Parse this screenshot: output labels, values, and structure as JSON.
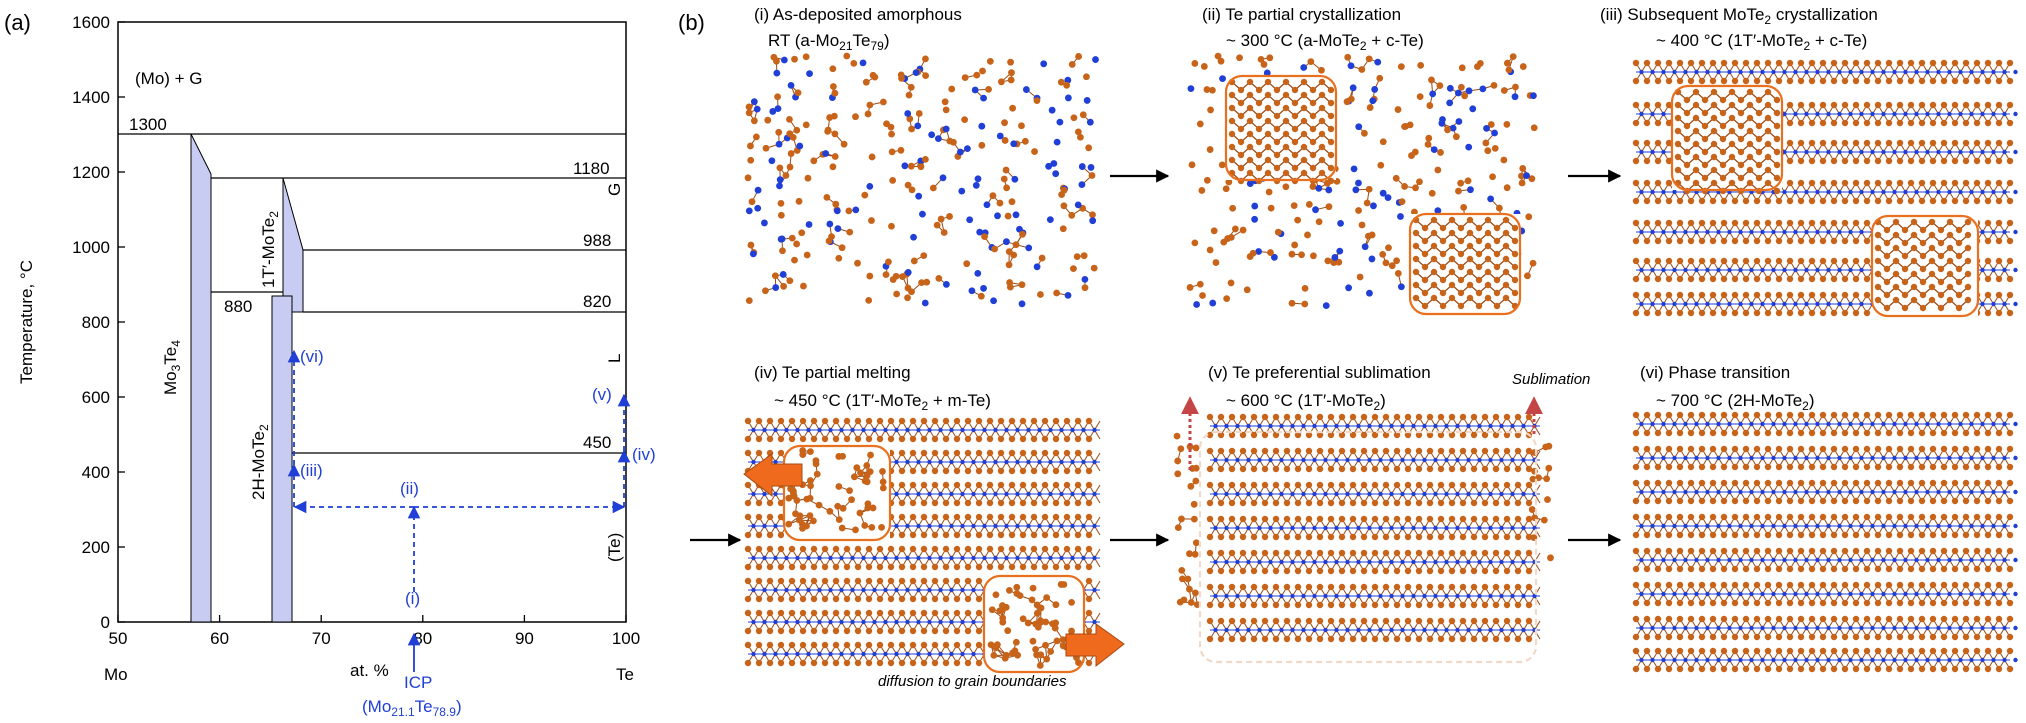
{
  "panel_a": {
    "label": "(a)",
    "y_axis_label": "Temperature, °C",
    "x_axis_label": "at. %",
    "x_left_element": "Mo",
    "x_right_element": "Te",
    "x_ticks": [
      50,
      60,
      70,
      80,
      90,
      100
    ],
    "y_ticks": [
      0,
      200,
      400,
      600,
      800,
      1000,
      1200,
      1400,
      1600
    ],
    "region_labels": {
      "mo_g": "(Mo) + G",
      "g": "G",
      "l": "L",
      "te": "(Te)"
    },
    "phase_labels": {
      "mo3te4": {
        "pre": "Mo",
        "s1": "3",
        "mid": "Te",
        "s2": "4"
      },
      "t1_mote2": {
        "pre": "1T′-MoTe",
        "s1": "2"
      },
      "h2_mote2": {
        "pre": "2H-MoTe",
        "s1": "2"
      }
    },
    "isotherm_labels": {
      "t1300": "1300",
      "t1180": "1180",
      "t988": "988",
      "t880": "880",
      "t820": "820",
      "t450": "450"
    },
    "path_labels": {
      "i": "(i)",
      "ii": "(ii)",
      "iii": "(iii)",
      "iv": "(iv)",
      "v": "(v)",
      "vi": "(vi)"
    },
    "icp_label": "ICP",
    "icp_comp": {
      "open": "(Mo",
      "s1": "21.1",
      "mid": "Te",
      "s2": "78.9",
      "close": ")"
    },
    "accent_color": "#1f3fd6",
    "phase_fill": "#c9ccf2"
  },
  "panel_b": {
    "label": "(b)",
    "stages": [
      {
        "title": "(i) As-deposited amorphous",
        "cond": {
          "pre": "RT (a-Mo",
          "s1": "21",
          "mid": "Te",
          "s2": "79",
          "post": ")"
        }
      },
      {
        "title": "(ii) Te partial crystallization",
        "cond": {
          "pre": "~ 300 °C (a-MoTe",
          "s1": "2",
          "post": " + c-Te)"
        }
      },
      {
        "title_parts": {
          "pre": "(iii) Subsequent MoTe",
          "s1": "2",
          "post": " crystallization"
        },
        "cond": {
          "pre": "~ 400 °C (1T′-MoTe",
          "s1": "2",
          "post": " + c-Te)"
        }
      },
      {
        "title": "(iv) Te partial melting",
        "cond": {
          "pre": "~ 450 °C (1T′-MoTe",
          "s1": "2",
          "post": " + m-Te)"
        }
      },
      {
        "title": "(v) Te preferential sublimation",
        "cond": {
          "pre": "~ 600 °C (1T′-MoTe",
          "s1": "2",
          "post": ")"
        }
      },
      {
        "title": "(vi) Phase transition",
        "cond": {
          "pre": "~ 700 °C (2H-MoTe",
          "s1": "2",
          "post": ")"
        }
      }
    ],
    "annotations": {
      "diffusion": "diffusion to grain boundaries",
      "sublimation": "Sublimation"
    },
    "te_color": "#c8641a",
    "mo_color": "#1f3fd6",
    "box_color": "#e8701e",
    "arrow_color": "#f06a1e",
    "sublimation_color": "#c44545"
  }
}
